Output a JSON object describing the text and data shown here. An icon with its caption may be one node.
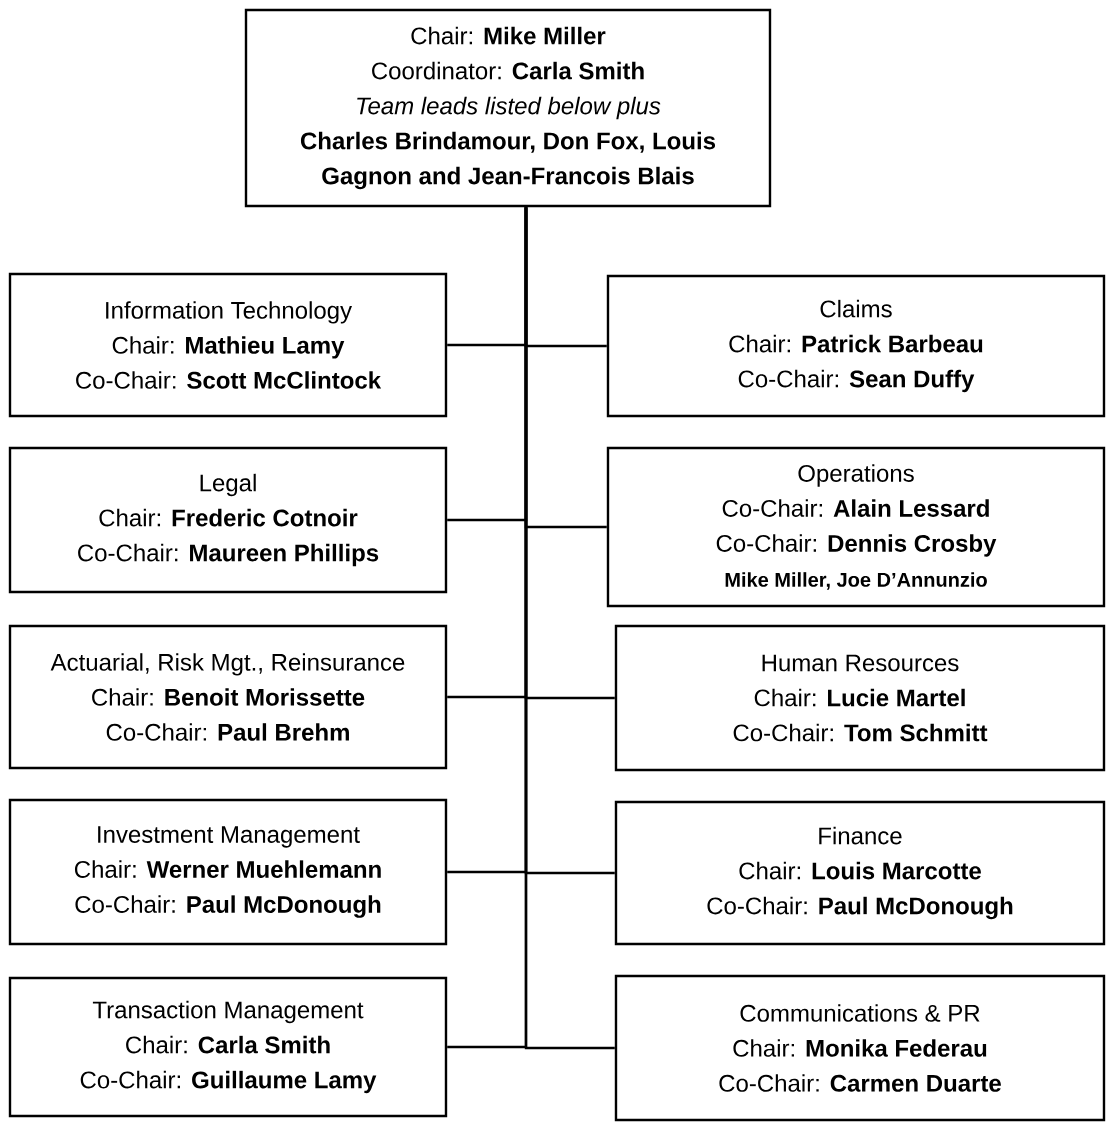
{
  "diagram": {
    "nodes": [
      {
        "text": [
          "Chair: **Mike Miller**",
          "Coordinator: **Carla Smith**",
          "Team leads listed below plus",
          "Charles Brindamour, Don Fox, Louis Gagnon and Jean-Francois Blais"
        ]
      },
      {
        "text": [
          "Information Technology",
          "Chair: **Mathieu Lamy**",
          "Co-Chair: **Scott McClintock**"
        ]
      },
      {
        "text": [
          "Claims",
          "Chair: **Patrick Barbeau**",
          "Co-Chair: **Sean Duffy**"
        ]
      },
      {
        "text": [
          "Legal",
          "Chair: **Frederic Cotnoir**",
          "Co-Chair: **Maureen Phillips**"
        ]
      },
      {
        "text": [
          "Operations",
          "Co-Chair: **Alain Lessard**",
          "Co-Chair: **Dennis Crosby**",
          "Mike Miller, Joe D’Annunzio"
        ]
      },
      {
        "text": [
          "Actuarial, Risk Mgt., Reinsurance",
          "Chair: **Benoit Morissette**",
          "Co-Chair: **Paul Brehm**"
        ]
      },
      {
        "text": [
          "Human Resources",
          "Chair: **Lucie Martel**",
          "Co-Chair: **Tom Schmitt**"
        ]
      },
      {
        "text": [
          "Investment Management",
          "Chair: **Werner Muehlemann**",
          "Co-Chair: **Paul McDonough**"
        ]
      },
      {
        "text": [
          "Finance",
          "Chair: **Louis Marcotte**",
          "Co-Chair: **Paul McDonough**"
        ]
      },
      {
        "text": [
          "Transaction Management",
          "Chair: **Carla Smith**",
          "Co-Chair: **Guillaume Lamy**"
        ]
      },
      {
        "text": [
          "Communications & PR",
          "Chair: **Monika Federau**",
          "Co-Chair: **Carmen Duarte**"
        ]
      }
    ],
    "edges": [
      {
        "from": 0,
        "to": 1,
        "arrow": "none"
      },
      {
        "from": 0,
        "to": 2,
        "arrow": "none"
      },
      {
        "from": 0,
        "to": 3,
        "arrow": "none"
      },
      {
        "from": 0,
        "to": 4,
        "arrow": "none"
      },
      {
        "from": 0,
        "to": 5,
        "arrow": "none"
      },
      {
        "from": 0,
        "to": 6,
        "arrow": "none"
      },
      {
        "from": 0,
        "to": 7,
        "arrow": "none"
      },
      {
        "from": 0,
        "to": 8,
        "arrow": "none"
      },
      {
        "from": 0,
        "to": 9,
        "arrow": "none"
      },
      {
        "from": 0,
        "to": 10,
        "arrow": "none"
      }
    ]
  }
}
